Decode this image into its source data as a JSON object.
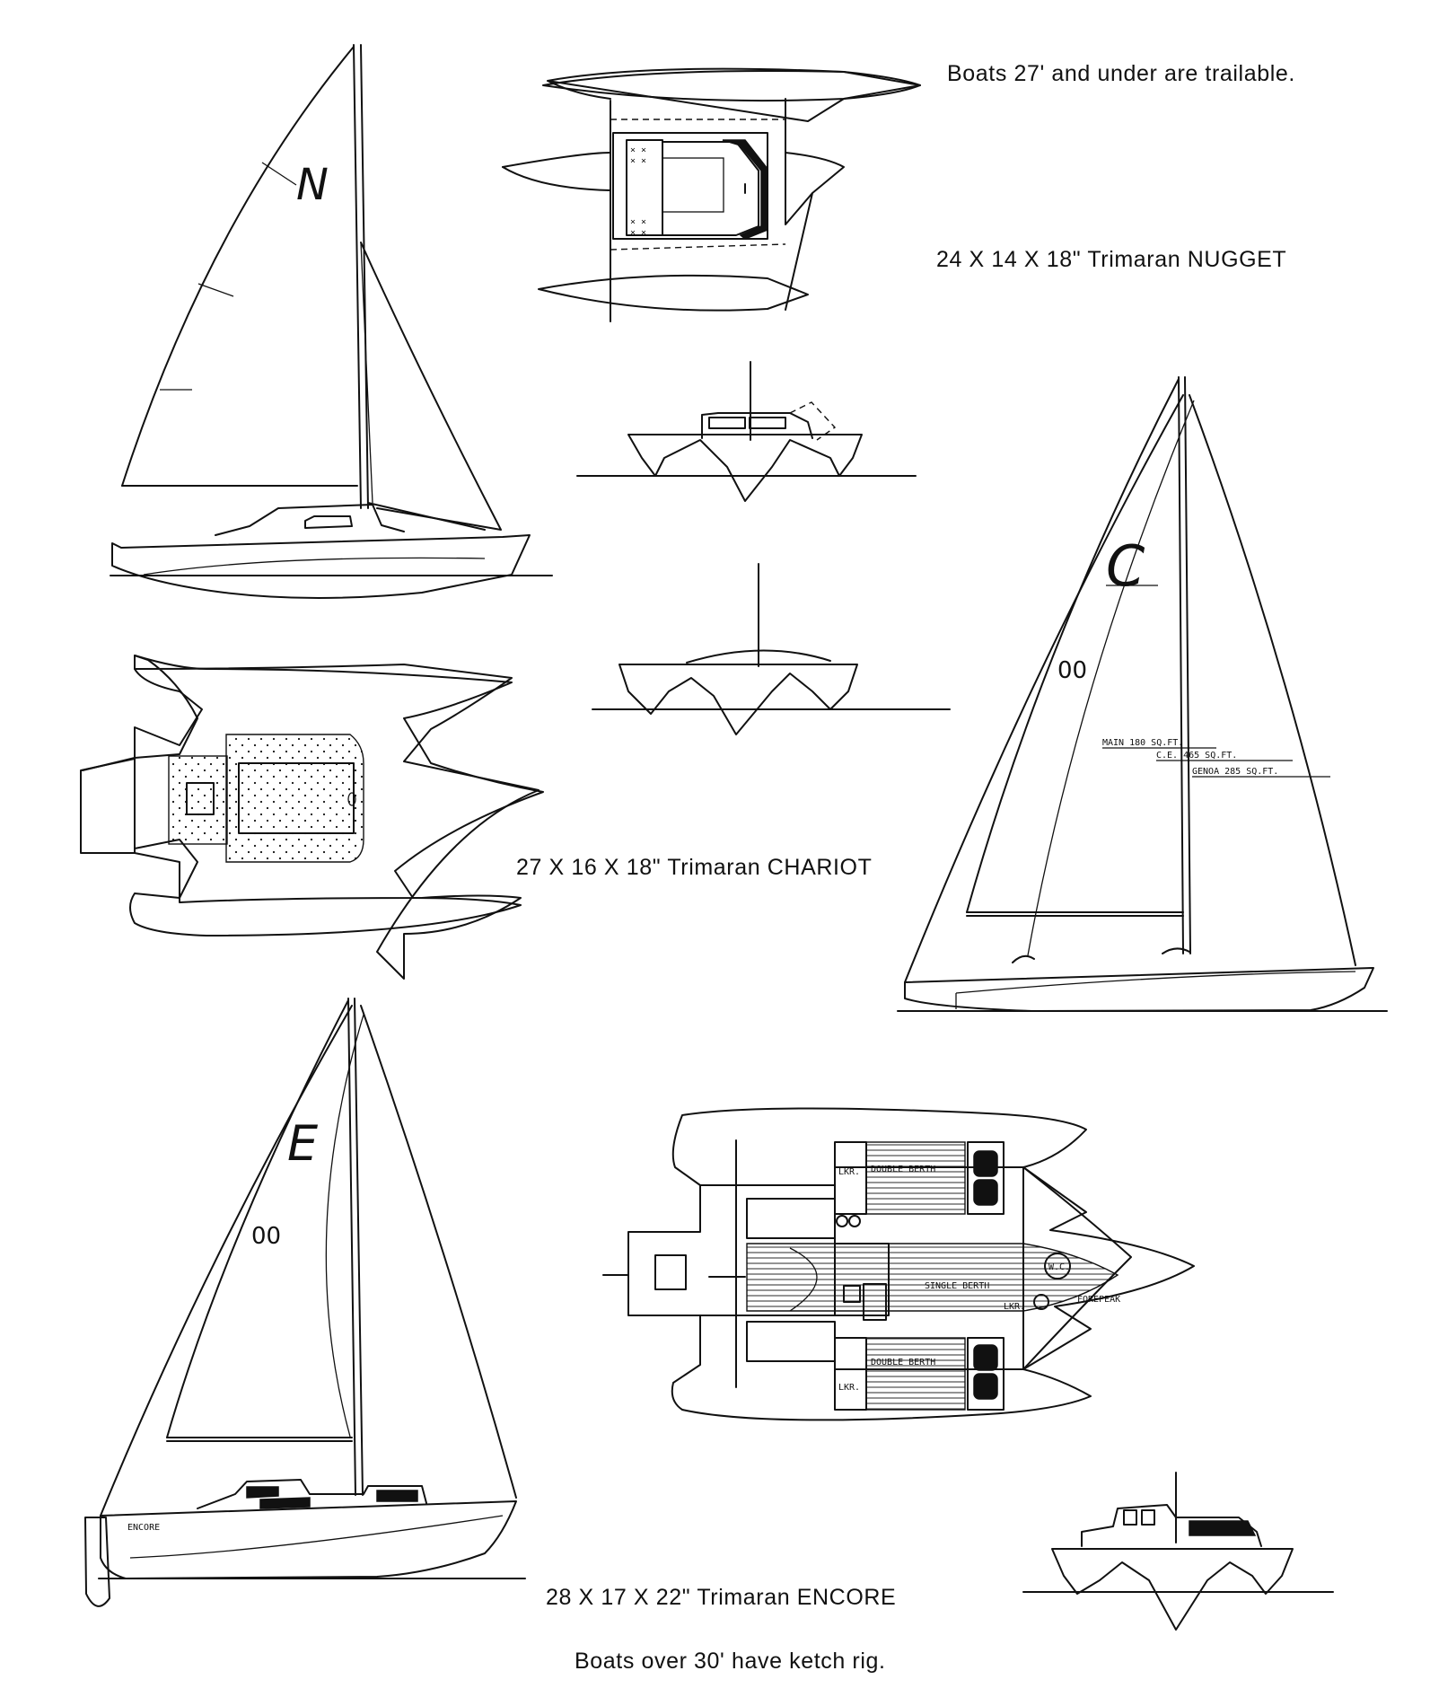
{
  "captions": {
    "trailable_note": "Boats 27' and under are trailable.",
    "nugget": "24 X 14 X 18\" Trimaran NUGGET",
    "chariot": "27 X 16 X 18\" Trimaran CHARIOT",
    "encore": "28 X 17 X 22\" Trimaran ENCORE",
    "ketch_note": "Boats over 30' have ketch rig."
  },
  "sail_marks": {
    "nugget_insignia": "N",
    "chariot_insignia": "C",
    "chariot_number": "00",
    "encore_insignia": "E",
    "encore_number": "00",
    "encore_hull_name": "ENCORE"
  },
  "sail_areas": {
    "main": "MAIN 180 SQ.FT.",
    "ce": "C.E. 465 SQ.FT.",
    "genoa": "GENOA 285 SQ.FT."
  },
  "layout_labels": {
    "locker_1": "LKR.",
    "locker_2": "LKR.",
    "locker_3": "LKR.",
    "double_berth_1": "DOUBLE BERTH",
    "double_berth_2": "DOUBLE BERTH",
    "single_berth": "SINGLE BERTH",
    "wc": "W.C.",
    "forepeak": "FOREPEAK"
  }
}
